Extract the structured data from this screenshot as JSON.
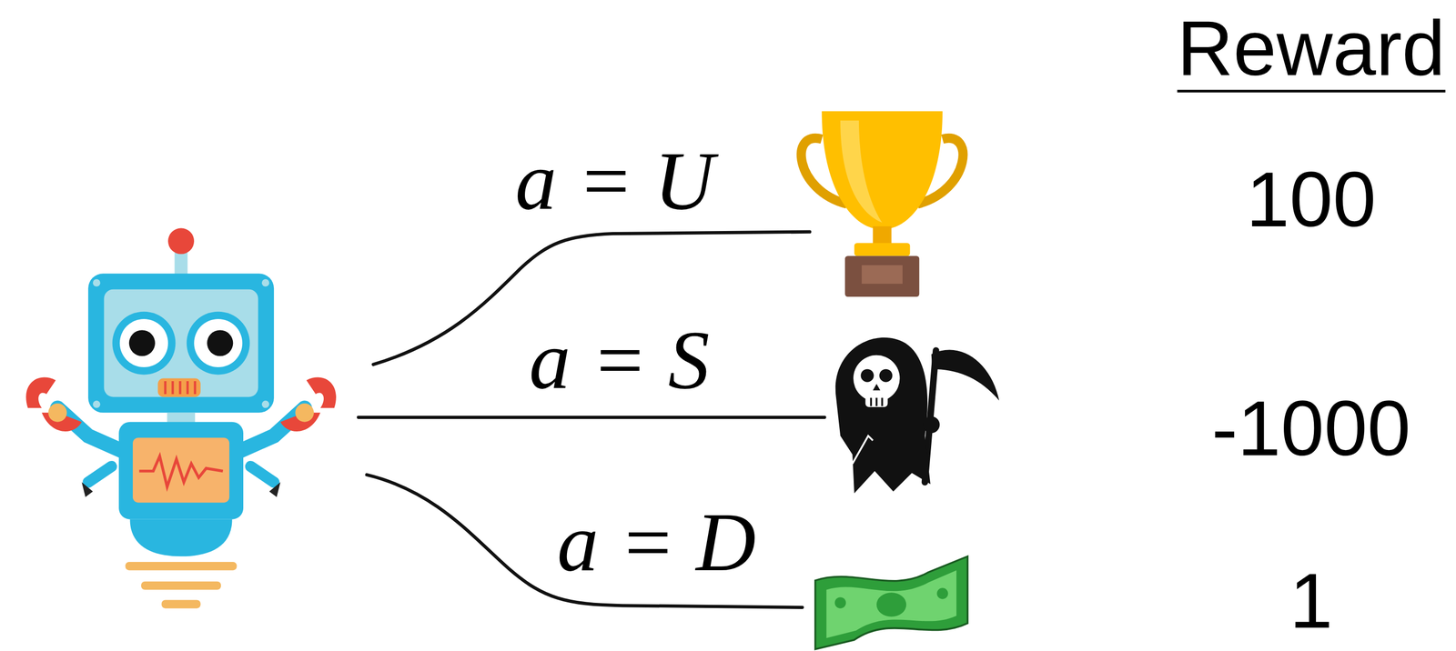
{
  "diagram": {
    "labels": [
      "Reward",
      "a = U",
      "100",
      "a = S",
      "-1000",
      "a = D",
      "1"
    ]
  }
}
